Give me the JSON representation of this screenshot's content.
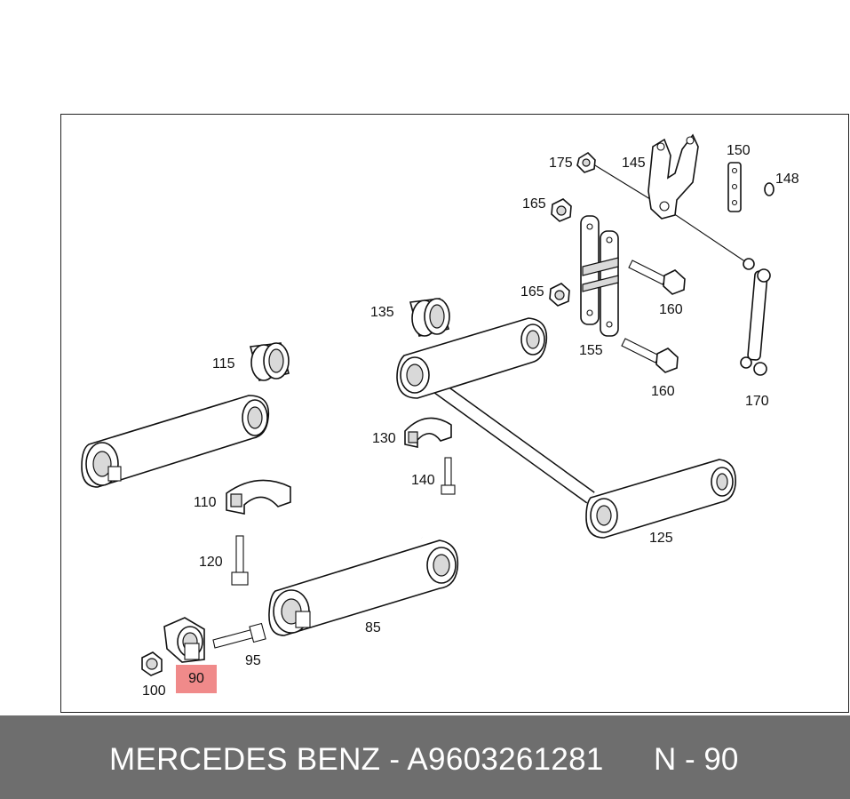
{
  "labels": {
    "p175": "175",
    "p145": "145",
    "p150": "150",
    "p148": "148",
    "p165a": "165",
    "p165b": "165",
    "p160a": "160",
    "p160b": "160",
    "p155": "155",
    "p170": "170",
    "p135": "135",
    "p115": "115",
    "p130": "130",
    "p140": "140",
    "p110": "110",
    "p125": "125",
    "p120": "120",
    "p85": "85",
    "p95": "95",
    "p100": "100",
    "p90": "90"
  },
  "footer": {
    "brand_part": "MERCEDES BENZ - A9603261281",
    "position_code": "N - 90"
  },
  "colors": {
    "highlight": "#f08a8a",
    "footer_bg": "#6e6e6e"
  }
}
